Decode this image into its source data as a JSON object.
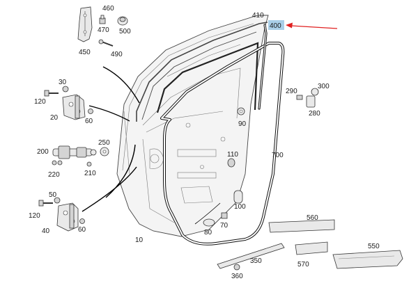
{
  "labels": {
    "l460": "460",
    "l470": "470",
    "l500": "500",
    "l450": "450",
    "l490": "490",
    "l410": "410",
    "l400": "400",
    "l30": "30",
    "l120a": "120",
    "l20": "20",
    "l60a": "60",
    "l250": "250",
    "l200": "200",
    "l220": "220",
    "l210": "210",
    "l50": "50",
    "l120b": "120",
    "l40": "40",
    "l60b": "60",
    "l290": "290",
    "l300": "300",
    "l280": "280",
    "l90": "90",
    "l110": "110",
    "l700": "700",
    "l100": "100",
    "l70": "70",
    "l80": "80",
    "l10": "10",
    "l560": "560",
    "l550": "550",
    "l570": "570",
    "l350": "350",
    "l360": "360"
  },
  "colors": {
    "highlight": "#a9cfe8",
    "arrow": "#e02020"
  }
}
